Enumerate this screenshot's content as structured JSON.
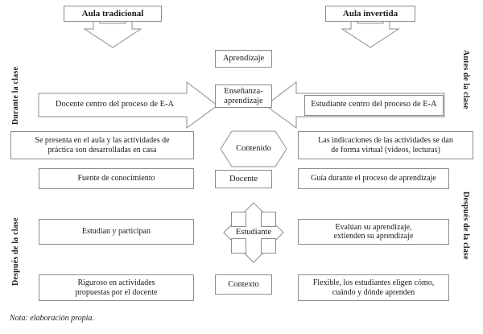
{
  "figure": {
    "note": "Nota: elaboración propia."
  },
  "headers": {
    "left": "Aula tradicional",
    "right": "Aula invertida"
  },
  "side_labels": {
    "left_top": "Durante la clase",
    "left_bottom": "Después de la clase",
    "right_top": "Antes de la clase",
    "right_bottom": "Después de la clase"
  },
  "center_column": [
    {
      "label": "Aprendizaje",
      "shape": "rectangle"
    },
    {
      "label": "Enseñanza-\naprendizaje",
      "shape": "rectangle",
      "line1": "Enseñanza-",
      "line2": "aprendizaje"
    },
    {
      "label": "Contenido",
      "shape": "hexagon"
    },
    {
      "label": "Docente",
      "shape": "rectangle"
    },
    {
      "label": "Estudiante",
      "shape": "four-way-arrow"
    },
    {
      "label": "Contexto",
      "shape": "rectangle"
    }
  ],
  "arrows": {
    "left_right_arrow_label": "Docente centro del proceso de E-A",
    "right_left_arrow_label": "Estudiante centro del proceso de E-A",
    "down_arrow_left": "down-arrow",
    "down_arrow_right": "down-arrow"
  },
  "left_column": [
    {
      "line1": "Se presenta en el aula y las actividades de",
      "line2": "práctica son desarrolladas en casa"
    },
    {
      "line1": "Fuente de conocimiento",
      "line2": ""
    },
    {
      "line1": "Estudian y participan",
      "line2": ""
    },
    {
      "line1": "Riguroso en actividades",
      "line2": "propuestas por el docente"
    }
  ],
  "right_column": [
    {
      "line1": "Las indicaciones de las actividades se dan",
      "line2": "de forma virtual (videos, lecturas)"
    },
    {
      "line1": "Guía durante el proceso de aprendizaje",
      "line2": ""
    },
    {
      "line1": "Evalúan su aprendizaje,",
      "line2": "extienden su aprendizaje"
    },
    {
      "line1": "Flexible, los estudiantes eligen cómo,",
      "line2": "cuándo y dónde aprenden"
    }
  ],
  "colors": {
    "stroke": "#8c8c8c",
    "text": "#1a1a1a",
    "background": "#ffffff"
  }
}
